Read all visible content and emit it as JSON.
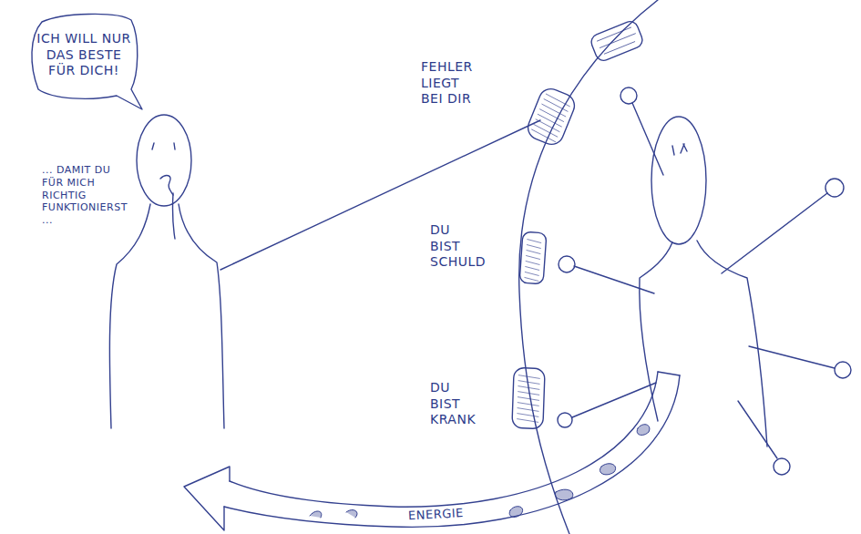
{
  "diagram": {
    "nodes": [
      {
        "text": [
          "ICH WILL NUR DAS BESTE FÜR DICH!"
        ]
      },
      {
        "text": [
          "FEHLER LIEGT BEI DIR"
        ]
      },
      {
        "text": [
          "DU BIST SCHULD"
        ]
      },
      {
        "text": [
          "DU BIST KRANK"
        ]
      }
    ],
    "labels": [
      "... DAMIT DU FÜR MICH RICHTIG FUNKTIONIERST ...",
      "ENERGIE"
    ]
  }
}
